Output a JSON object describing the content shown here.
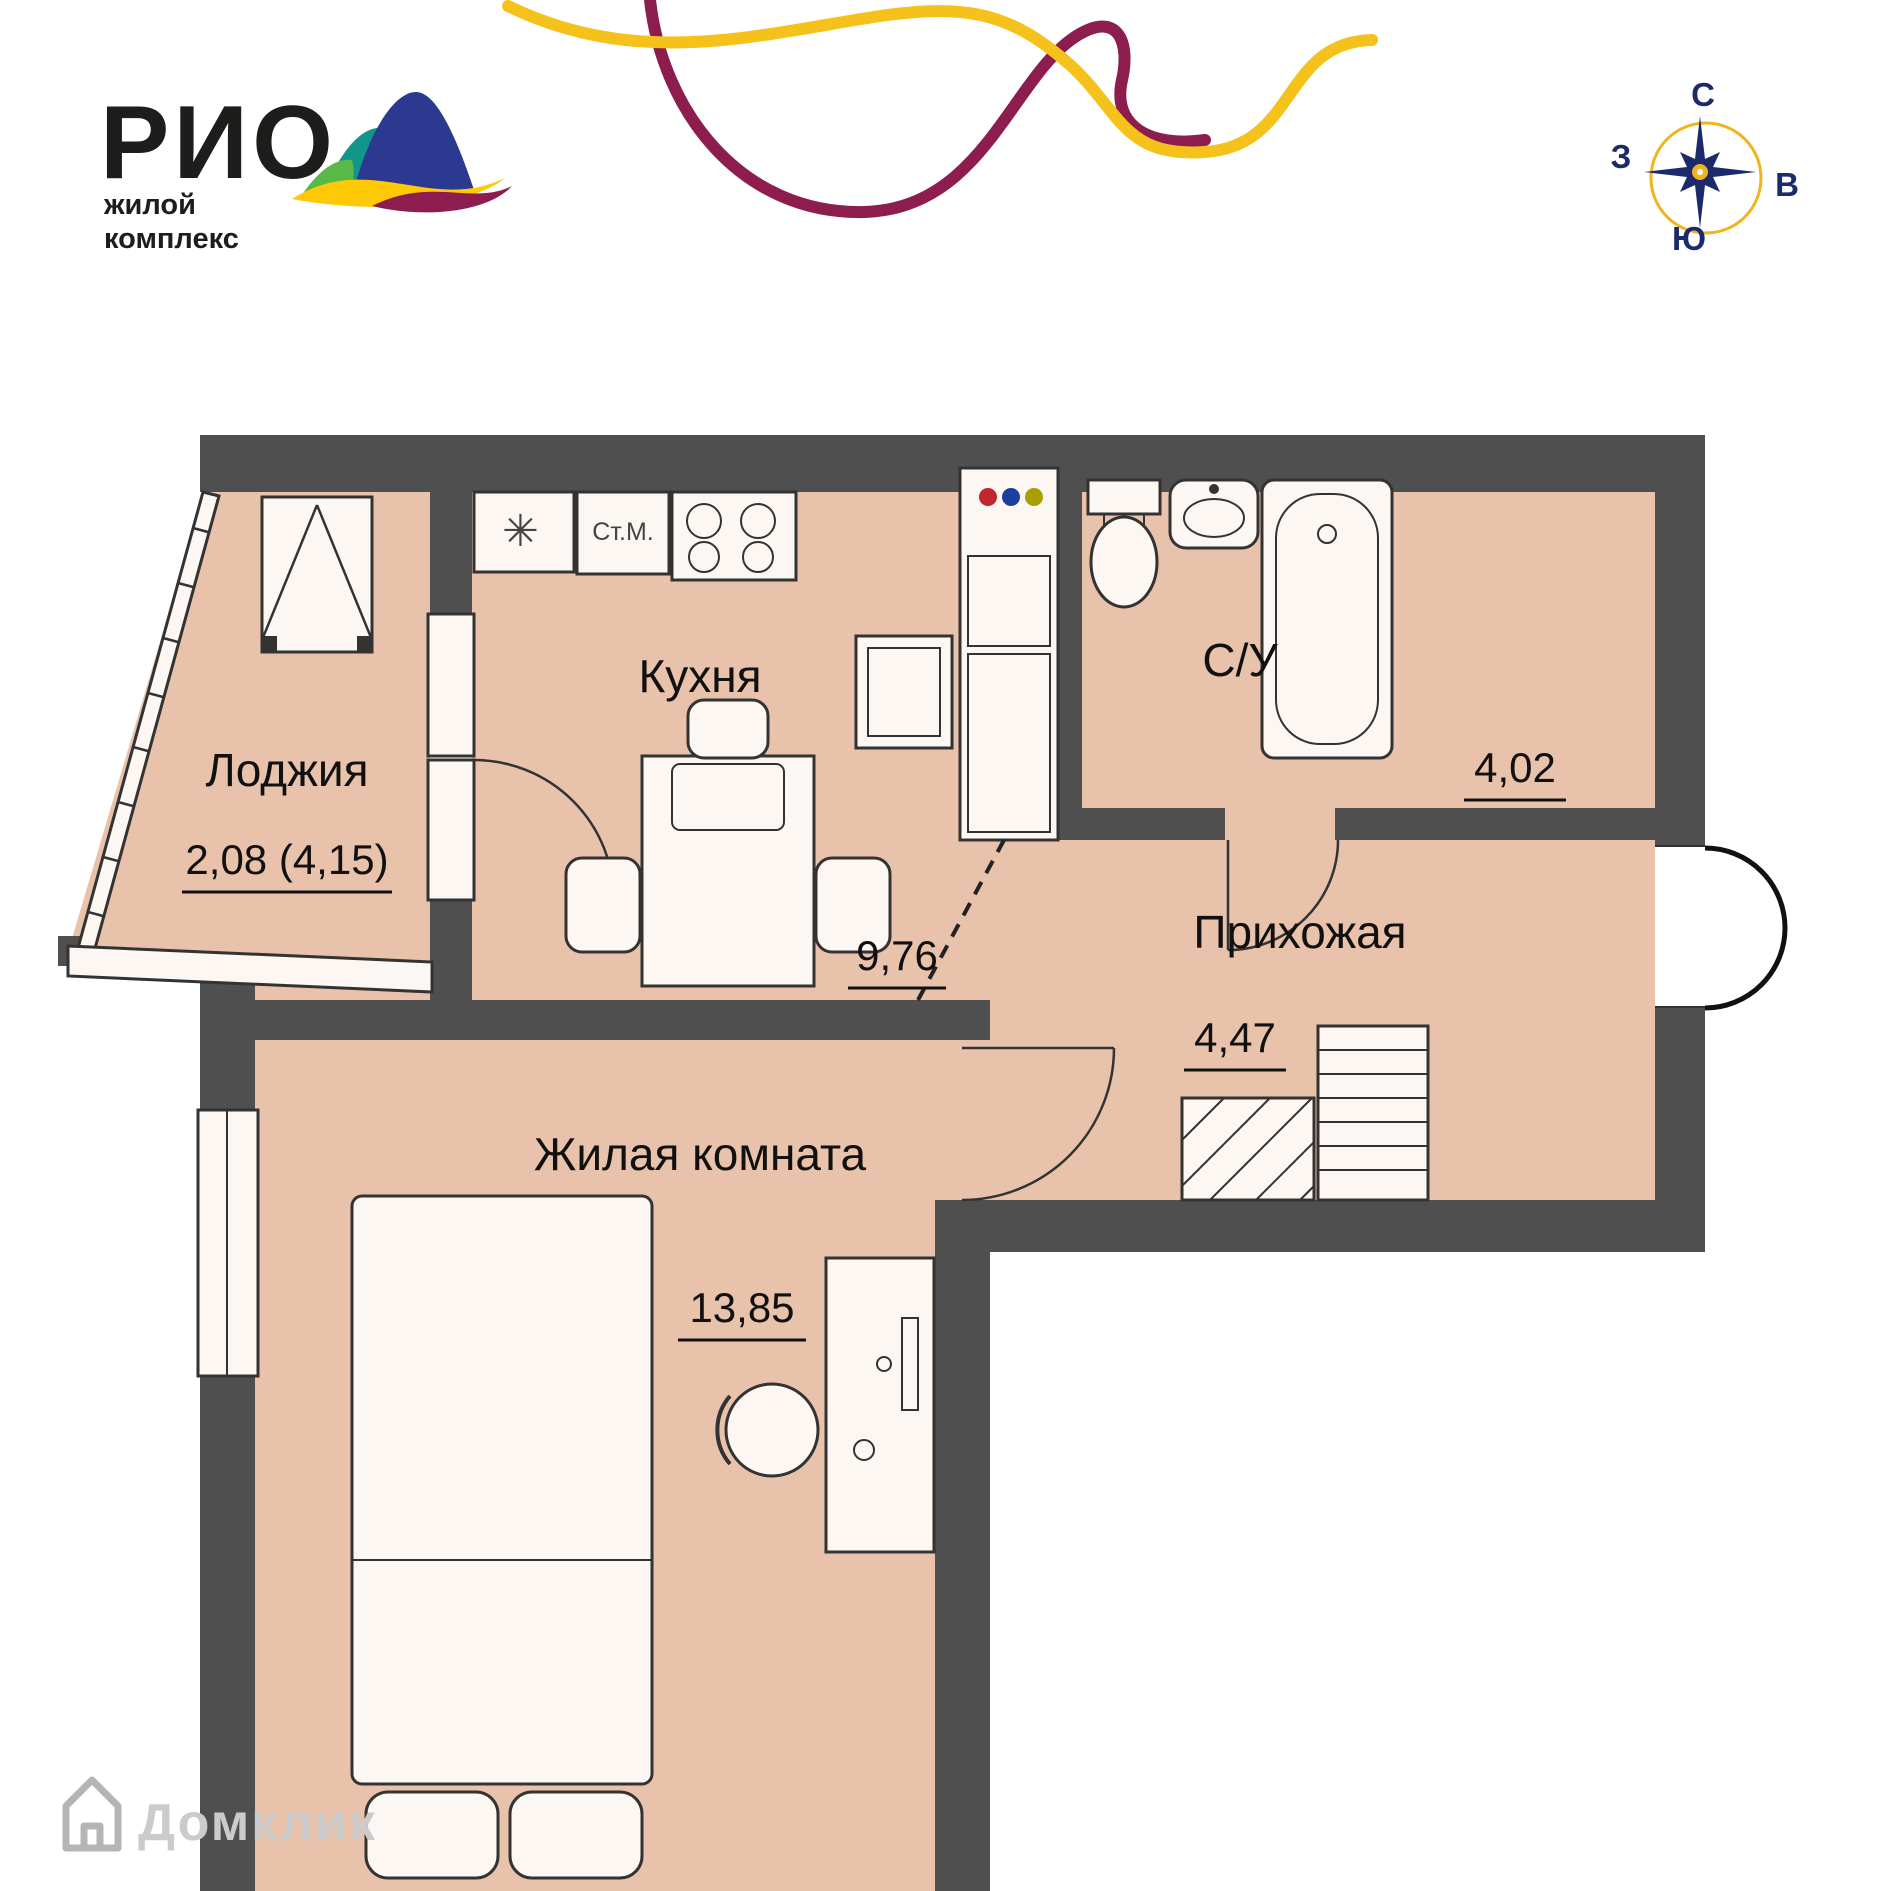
{
  "logo": {
    "title": "РИО",
    "subtitle1": "жилой",
    "subtitle2": "комплекс"
  },
  "compass": {
    "north": "С",
    "east": "В",
    "south": "Ю",
    "west": "З"
  },
  "plan": {
    "rooms": {
      "loggia": {
        "name": "Лоджия",
        "area": "2,08 (4,15)"
      },
      "kitchen": {
        "name": "Кухня",
        "area": "9,76"
      },
      "bathroom": {
        "name": "С/У",
        "area": "4,02"
      },
      "hallway": {
        "name": "Прихожая",
        "area": "4,47"
      },
      "living": {
        "name": "Жилая комната",
        "area": "13,85"
      }
    },
    "labels": {
      "washer": "Ст.М.",
      "sink_symbol": "✳"
    }
  },
  "watermark": {
    "name": "Домклик"
  },
  "colors": {
    "wall": "#4f4f4f",
    "floor": "#e8c2aa",
    "fixture": "#fcf7f2",
    "accent_maroon": "#8d1d4e",
    "accent_yellow": "#f5c21b",
    "logo_navy": "#2b3990",
    "logo_teal": "#12958a",
    "logo_green": "#58b947",
    "compass_navy": "#1b2a6b",
    "watermark_gray": "#cbcbcb"
  }
}
